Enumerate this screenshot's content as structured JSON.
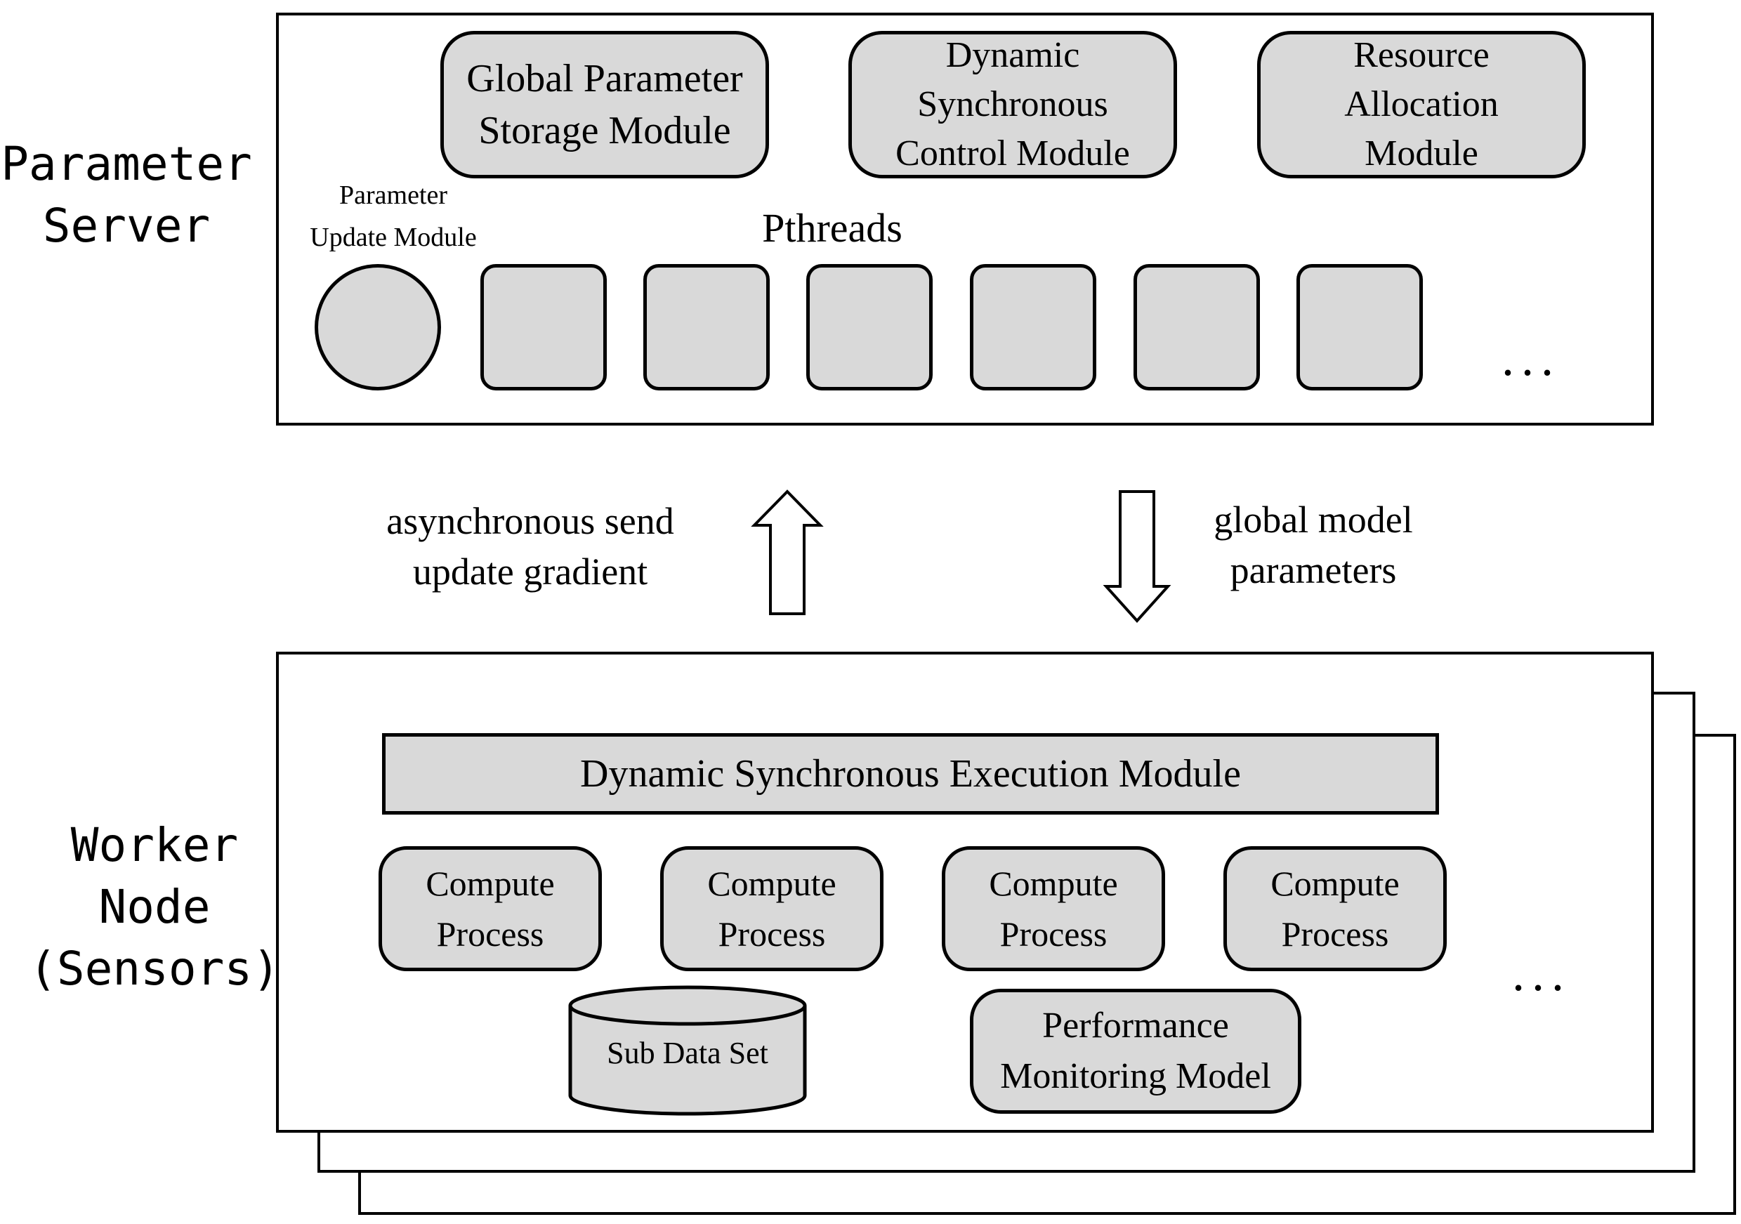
{
  "parameter_server": {
    "side_label": "Parameter\nServer",
    "modules": [
      "Global Parameter\nStorage Module",
      "Dynamic\nSynchronous\nControl Module",
      "Resource\nAllocation\nModule"
    ],
    "update_module_label": "Parameter\nUpdate Module",
    "pthreads_label": "Pthreads",
    "ellipsis": "..."
  },
  "arrows": {
    "up_label": "asynchronous send\nupdate gradient",
    "down_label": "global model\nparameters"
  },
  "worker_node": {
    "side_label": "Worker\nNode\n(Sensors)",
    "execution_module": "Dynamic Synchronous Execution Module",
    "compute_processes": [
      "Compute\nProcess",
      "Compute\nProcess",
      "Compute\nProcess",
      "Compute\nProcess"
    ],
    "sub_data_set": "Sub Data Set",
    "performance_module": "Performance\nMonitoring Model",
    "ellipsis": "..."
  }
}
